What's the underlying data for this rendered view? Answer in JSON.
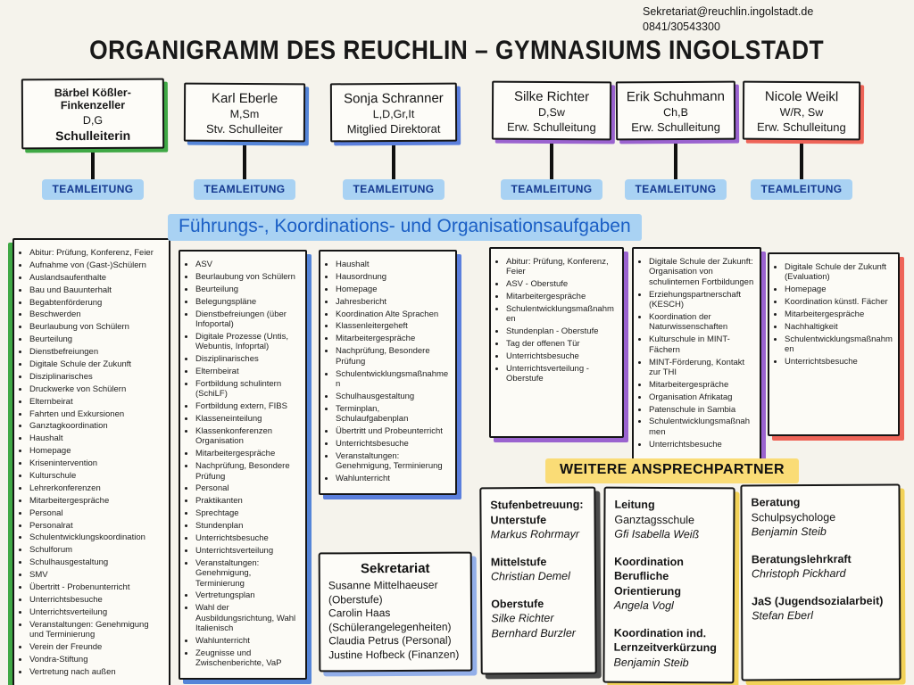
{
  "header": {
    "email": "Sekretariat@reuchlin.ingolstadt.de",
    "phone": "0841/30543300",
    "title": "ORGANIGRAMM DES REUCHLIN – GYMNASIUMS INGOLSTADT"
  },
  "team_label": "TEAMLEITUNG",
  "section_title": "Führungs-, Koordinations- und Organisationsaufgaben",
  "colors": {
    "highlight_blue": "#a9d2f3",
    "highlight_yellow": "#fadc76",
    "team_text": "#14388f",
    "section_text": "#1b5fc5",
    "sek_accent": "#92aee8"
  },
  "people": [
    {
      "name": "Bärbel Kößler-Finkenzeller",
      "subjects": "D,G",
      "role": "Schulleiterin",
      "color": "#3fa845",
      "tasks": [
        "Abitur: Prüfung, Konferenz, Feier",
        "Aufnahme von (Gast-)Schülern",
        "Auslandsaufenthalte",
        "Bau und Bauunterhalt",
        "Begabtenförderung",
        "Beschwerden",
        "Beurlaubung von Schülern",
        "Beurteilung",
        "Dienstbefreiungen",
        "Digitale Schule der Zukunft",
        "Disziplinarisches",
        "Druckwerke von Schülern",
        "Elternbeirat",
        "Fahrten und Exkursionen",
        "Ganztagkoordination",
        "Haushalt",
        "Homepage",
        "Krisenintervention",
        "Kulturschule",
        "Lehrerkonferenzen",
        "Mitarbeitergespräche",
        "Personal",
        "Personalrat",
        "Schulentwicklungskoordination",
        "Schulforum",
        "Schulhausgestaltung",
        "SMV",
        "Übertritt - Probenunterricht",
        "Unterrichtsbesuche",
        "Unterrichtsverteilung",
        "Veranstaltungen: Genehmigung und Terminierung",
        "Verein der Freunde",
        "Vondra-Stiftung",
        "Vertretung nach außen"
      ]
    },
    {
      "name": "Karl Eberle",
      "subjects": "M,Sm",
      "role": "Stv. Schulleiter",
      "color": "#5585d8",
      "tasks": [
        "ASV",
        "Beurlaubung von Schülern",
        "Beurteilung",
        "Belegungspläne",
        "Dienstbefreiungen (über Infoportal)",
        "Digitale Prozesse (Untis, Webuntis, Infoprtal)",
        "Disziplinarisches",
        "Elternbeirat",
        "Fortbildung schulintern (SchiLF)",
        "Fortbildung extern, FIBS",
        "Klasseneinteilung",
        "Klassenkonferenzen Organisation",
        "Mitarbeitergespräche",
        "Nachprüfung, Besondere Prüfung",
        "Personal",
        "Praktikanten",
        "Sprechtage",
        "Stundenplan",
        "Unterrichtsbesuche",
        "Unterrichtsverteilung",
        "Veranstaltungen: Genehmigung, Terminierung",
        "Vertretungsplan",
        "Wahl der Ausbildungsrichtung, Wahl Italienisch",
        "Wahlunterricht",
        "Zeugnisse und Zwischenberichte, VaP"
      ]
    },
    {
      "name": "Sonja Schranner",
      "subjects": "L,D,Gr,It",
      "role": "Mitglied Direktorat",
      "color": "#5b7fdd",
      "tasks": [
        "Haushalt",
        "Hausordnung",
        "Homepage",
        "Jahresbericht",
        "Koordination Alte Sprachen",
        "Klassenleitergeheft",
        "Mitarbeitergespräche",
        "Nachprüfung, Besondere Prüfung",
        "Schulentwicklungsmaßnahmen",
        "Schulhausgestaltung",
        "Terminplan, Schulaufgabenplan",
        "Übertritt und Probeunterricht",
        "Unterrichtsbesuche",
        "Veranstaltungen: Genehmigung, Terminierung",
        "Wahlunterricht"
      ]
    },
    {
      "name": "Silke Richter",
      "subjects": "D,Sw",
      "role": "Erw. Schulleitung",
      "color": "#9a63cf",
      "tasks": [
        "Abitur: Prüfung, Konferenz, Feier",
        "ASV - Oberstufe",
        "Mitarbeitergespräche",
        "Schulentwicklungsmaßnahmen",
        "Stundenplan - Oberstufe",
        "Tag der offenen Tür",
        "Unterrichtsbesuche",
        "Unterrichtsverteilung - Oberstufe"
      ]
    },
    {
      "name": "Erik Schuhmann",
      "subjects": "Ch,B",
      "role": "Erw. Schulleitung",
      "color": "#9a63cf",
      "tasks": [
        "Digitale Schule der Zukunft: Organisation von schulinternen Fortbildungen",
        "Erziehungspartnerschaft (KESCH)",
        "Koordination der Naturwissenschaften",
        "Kulturschule in MINT-Fächern",
        "MINT-Förderung, Kontakt zur THI",
        "Mitarbeitergespräche",
        "Organisation Afrikatag",
        "Patenschule in Sambia",
        "Schulentwicklungsmaßnahmen",
        "Unterrichtsbesuche"
      ]
    },
    {
      "name": "Nicole Weikl",
      "subjects": "W/R, Sw",
      "role": "Erw. Schulleitung",
      "color": "#ee6458",
      "tasks": [
        "Digitale Schule der Zukunft (Evaluation)",
        "Homepage",
        "Koordination künstl. Fächer",
        "Mitarbeitergespräche",
        "Nachhaltigkeit",
        "Schulentwicklungsmaßnahmen",
        "Unterrichtsbesuche"
      ]
    }
  ],
  "sekretariat": {
    "title": "Sekretariat",
    "lines": [
      "Susanne Mittelhaeuser (Oberstufe)",
      "Carolin Haas (Schülerangelegenheiten)",
      "Claudia Petrus (Personal)",
      "Justine Hofbeck (Finanzen)"
    ]
  },
  "weitere": {
    "title": "WEITERE ANSPRECHPARTNER",
    "boxes": [
      {
        "accent": "#4a4a4a",
        "groups": [
          {
            "lines": [
              {
                "text": "Stufenbetreuung:",
                "style": "bold"
              },
              {
                "text": "Unterstufe",
                "style": "bold"
              },
              {
                "text": "Markus Rohrmayr",
                "style": "italic"
              }
            ]
          },
          {
            "lines": [
              {
                "text": "Mittelstufe",
                "style": "bold"
              },
              {
                "text": "Christian Demel",
                "style": "italic"
              }
            ]
          },
          {
            "lines": [
              {
                "text": "Oberstufe",
                "style": "bold"
              },
              {
                "text": "Silke Richter",
                "style": "italic"
              },
              {
                "text": "Bernhard Burzler",
                "style": "italic"
              }
            ]
          }
        ]
      },
      {
        "accent": "#f2d258",
        "groups": [
          {
            "lines": [
              {
                "text": "Leitung",
                "style": "bold"
              },
              {
                "text": "Ganztagsschule",
                "style": "regular"
              },
              {
                "text": "Gfi Isabella Weiß",
                "style": "italic"
              }
            ]
          },
          {
            "lines": [
              {
                "text": "Koordination Berufliche Orientierung",
                "style": "bold"
              },
              {
                "text": "Angela Vogl",
                "style": "italic"
              }
            ]
          },
          {
            "lines": [
              {
                "text": "Koordination ind. Lernzeitverkürzung",
                "style": "bold"
              },
              {
                "text": "Benjamin Steib",
                "style": "italic"
              }
            ]
          }
        ]
      },
      {
        "accent": "#f2d258",
        "groups": [
          {
            "lines": [
              {
                "text": "Beratung",
                "style": "bold"
              },
              {
                "text": "Schulpsychologe",
                "style": "regular"
              },
              {
                "text": "Benjamin Steib",
                "style": "italic"
              }
            ]
          },
          {
            "lines": [
              {
                "text": "Beratungslehrkraft",
                "style": "bold"
              },
              {
                "text": "Christoph Pickhard",
                "style": "italic"
              }
            ]
          },
          {
            "lines": [
              {
                "text": "JaS (Jugendsozialarbeit)",
                "style": "bold"
              },
              {
                "text": "Stefan Eberl",
                "style": "italic"
              }
            ]
          }
        ]
      }
    ]
  }
}
